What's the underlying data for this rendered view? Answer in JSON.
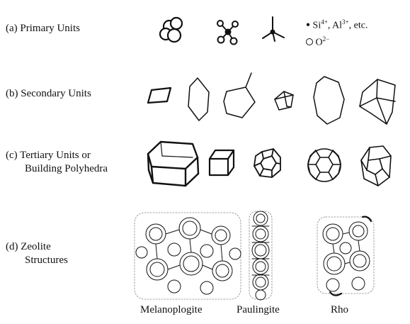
{
  "rows": {
    "a": {
      "label": "(a)  Primary Units"
    },
    "b": {
      "label": "(b)  Secondary Units"
    },
    "c": {
      "label_line1": "(c)  Tertiary  Units or",
      "label_line2": "Building Polyhedra"
    },
    "d": {
      "label_line1": "(d)  Zeolite",
      "label_line2": "Structures"
    }
  },
  "legend": {
    "cation_label": "Si",
    "cation_charge": "4+",
    "cation_sep": ", Al",
    "cation_charge2": "3+",
    "cation_tail": ", etc.",
    "anion_label": "O",
    "anion_charge": "2−"
  },
  "structures": [
    {
      "name": "Melanoplogite"
    },
    {
      "name": "Paulingite"
    },
    {
      "name": "Rho"
    }
  ]
}
